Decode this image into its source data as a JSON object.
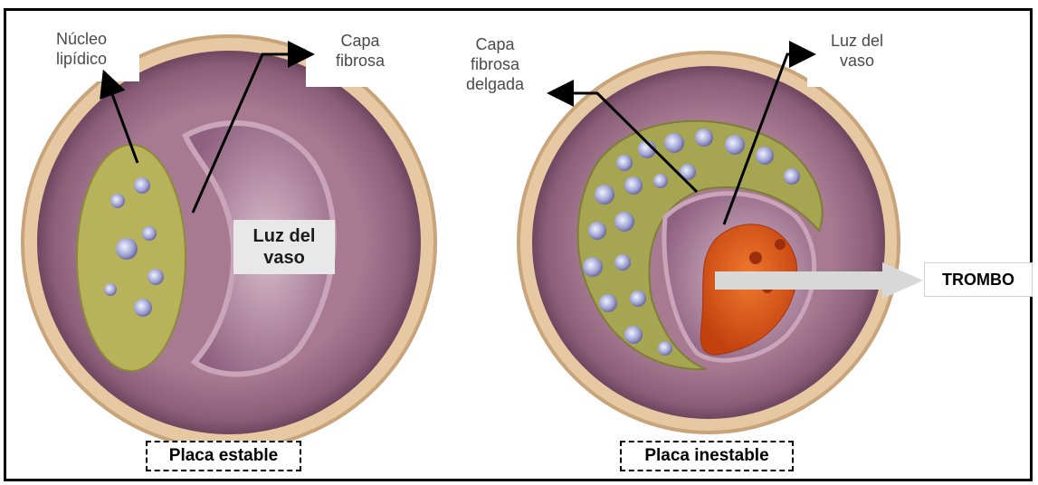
{
  "labels": {
    "nucleo_lipidico": "Núcleo\nlipídico",
    "capa_fibrosa": "Capa\nfibrosa",
    "luz_del_vaso_left": "Luz del\nvaso",
    "capa_fibrosa_delgada": "Capa\nfibrosa\ndelgada",
    "luz_del_vaso_right": "Luz del\nvaso",
    "trombo": "TROMBO"
  },
  "captions": {
    "placa_estable": "Placa estable",
    "placa_inestable": "Placa inestable"
  },
  "colors": {
    "vessel_outer": "#e6c8a2",
    "vessel_wall": "#9a6d86",
    "lipid_core": "#b8b35a",
    "thrombus": "#e2571e",
    "lumen": "#c7a3b6"
  }
}
